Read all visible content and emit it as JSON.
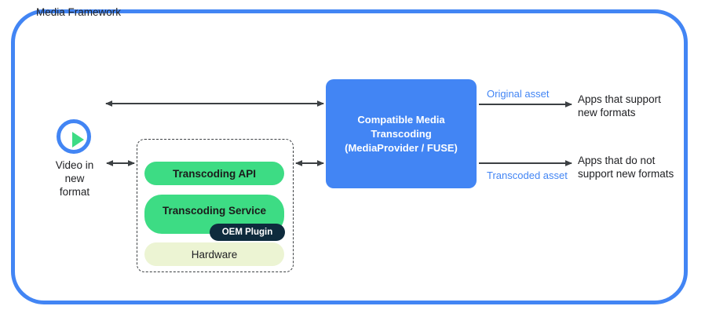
{
  "diagram": {
    "title_colors": {
      "frame_blue": "#4285f4",
      "green": "#3ddc84",
      "pale_green": "#ecf4d3",
      "navy": "#0e2b3d",
      "arrow_gray": "#3c4043",
      "text_dark": "#202124"
    },
    "source": {
      "icon": "play-circle-icon",
      "label": "Video in\nnew\nformat"
    },
    "media_framework": {
      "title": "Media Framework",
      "items": [
        {
          "label": "Transcoding API"
        },
        {
          "label": "Transcoding Service"
        },
        {
          "label": "Hardware"
        }
      ],
      "badge": "OEM Plugin"
    },
    "cmt_box": {
      "label": "Compatible Media\nTranscoding\n(MediaProvider / FUSE)"
    },
    "outputs": [
      {
        "edge_label": "Original asset",
        "target": "Apps that support\nnew formats"
      },
      {
        "edge_label": "Transcoded asset",
        "target": "Apps that do not\nsupport new formats"
      }
    ],
    "connections": [
      {
        "name": "video-to-cmt-top",
        "style": "double-arrow"
      },
      {
        "name": "video-to-framework",
        "style": "double-arrow"
      },
      {
        "name": "framework-to-cmt",
        "style": "double-arrow"
      },
      {
        "name": "cmt-to-apps-support",
        "style": "single-arrow"
      },
      {
        "name": "cmt-to-apps-nosupport",
        "style": "single-arrow"
      }
    ]
  }
}
